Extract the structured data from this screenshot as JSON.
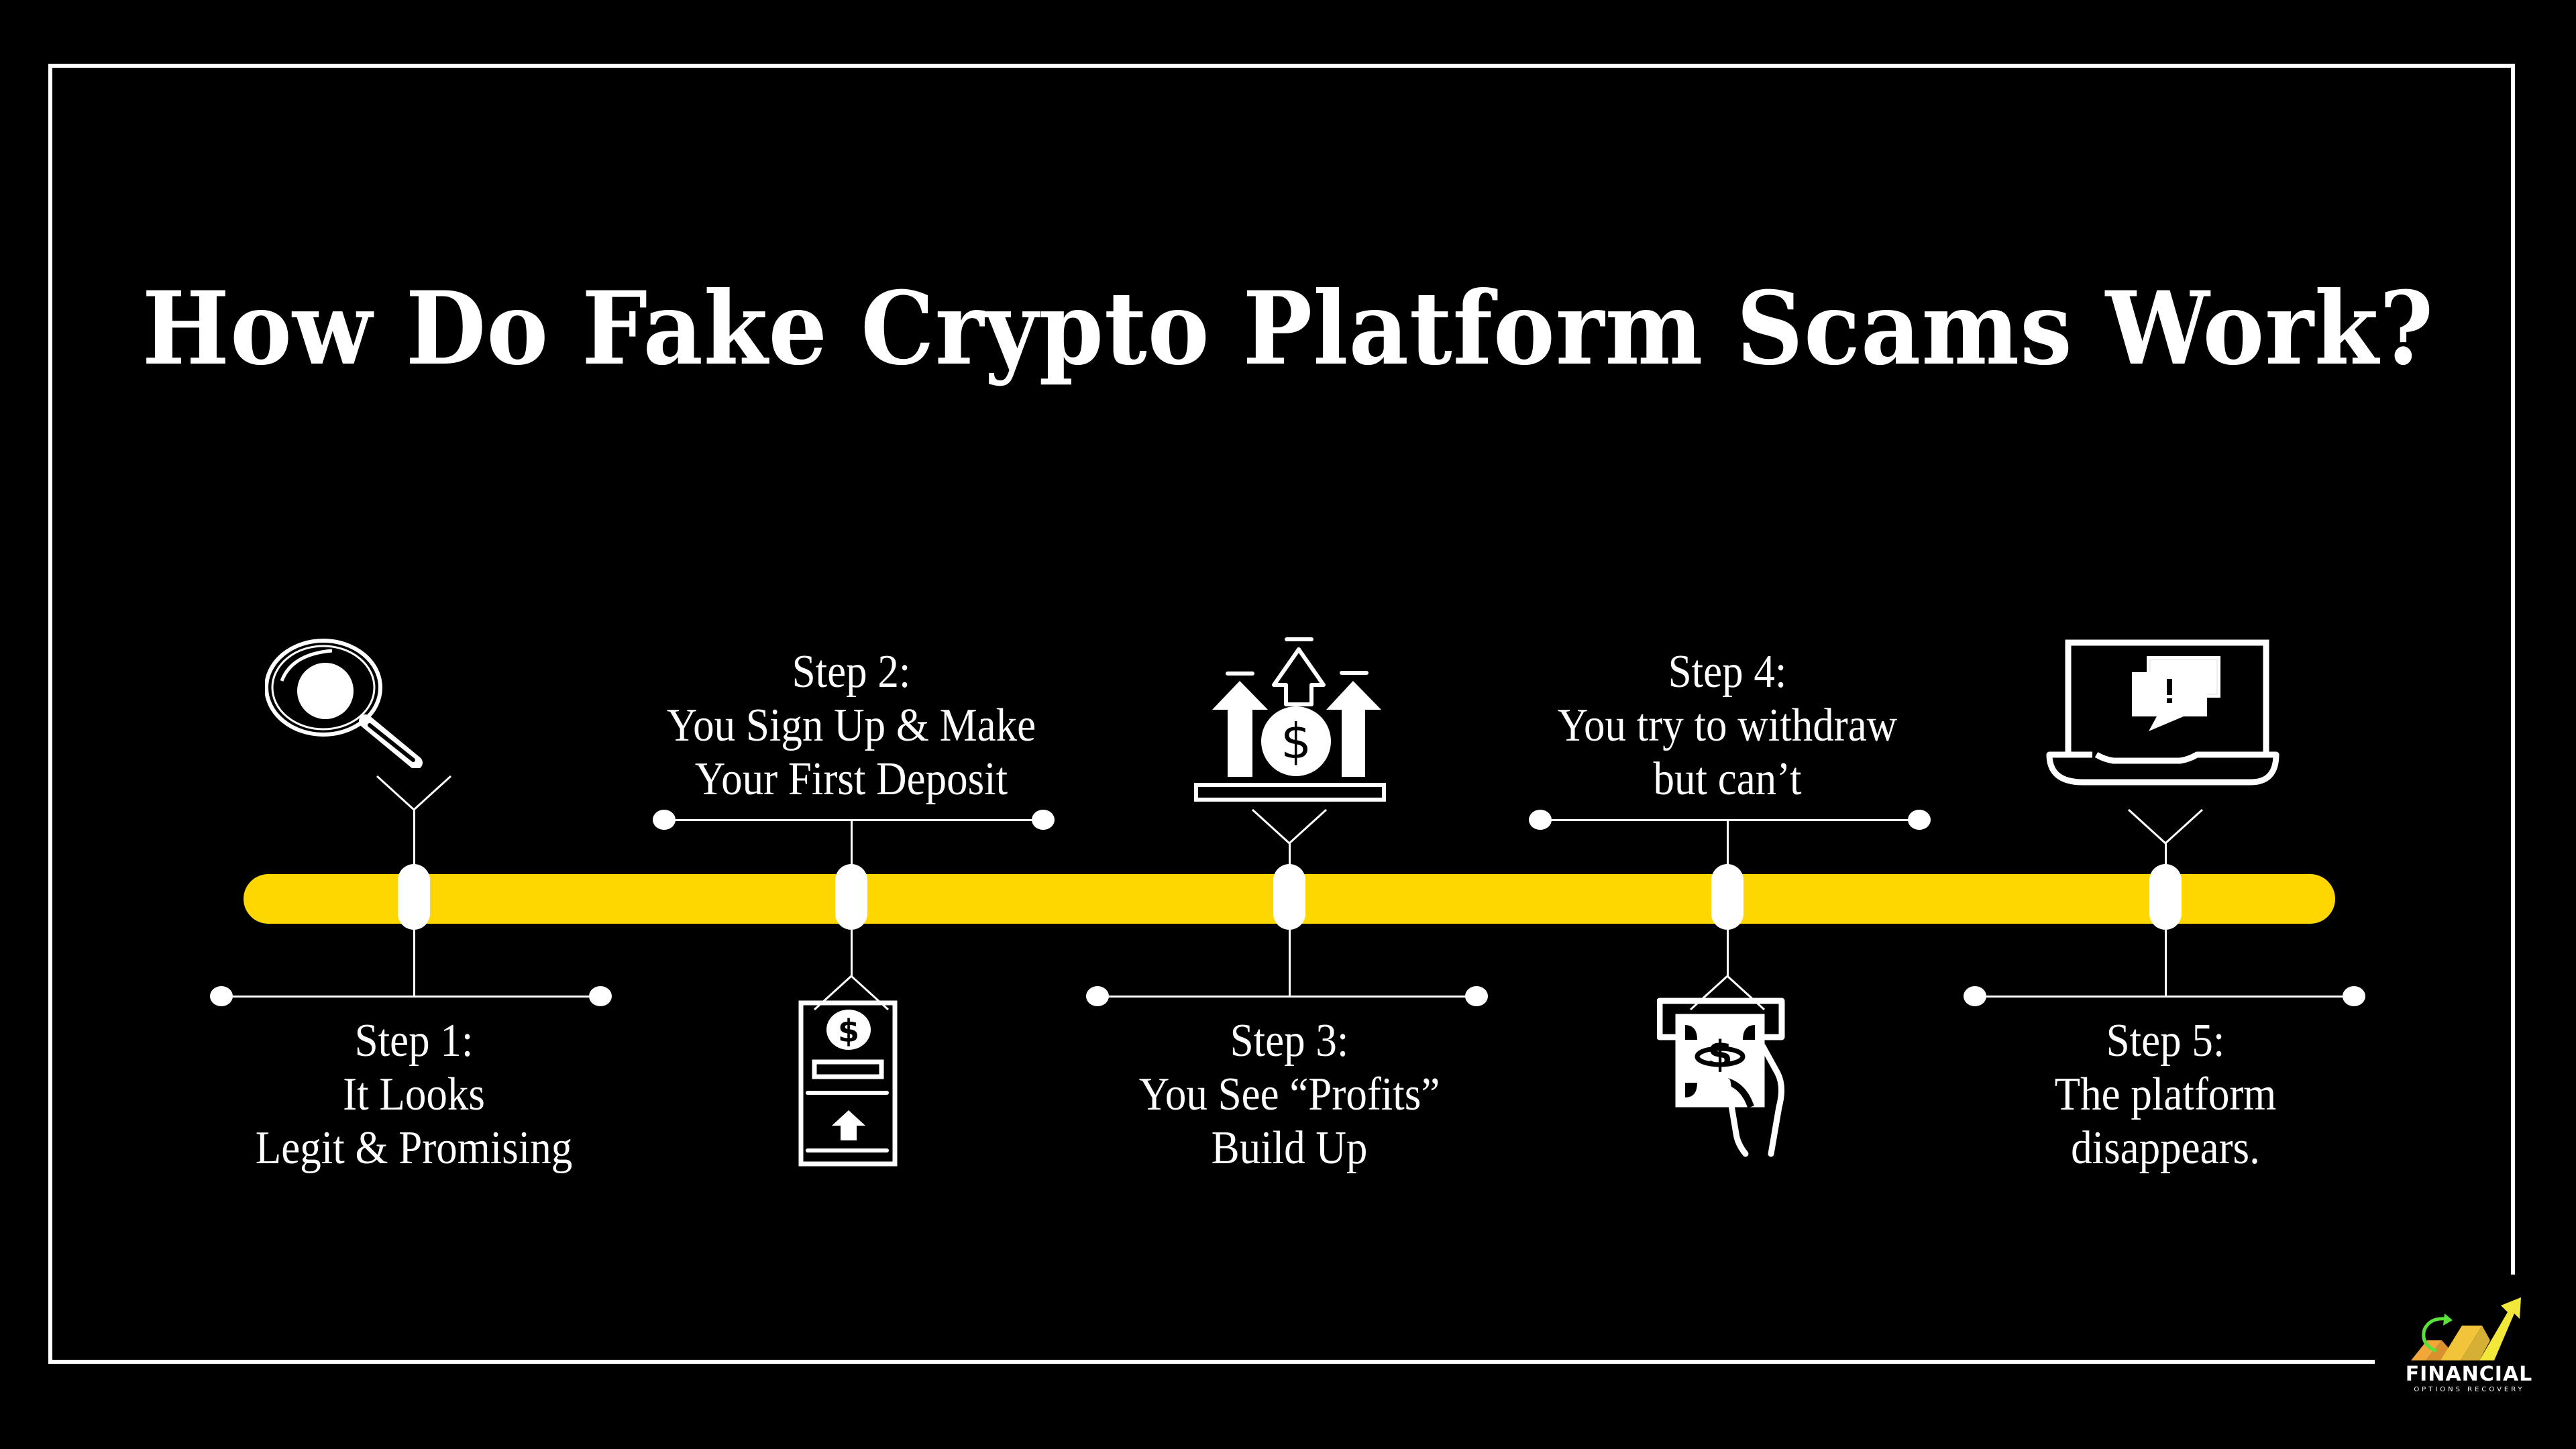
{
  "title": "How Do Fake Crypto Platform Scams Work?",
  "colors": {
    "background": "#000000",
    "timeline": "#FFD700",
    "foreground": "#FFFFFF"
  },
  "steps": [
    {
      "label": "Step 1:",
      "lines": [
        "It Looks",
        "Legit & Promising"
      ],
      "icon": "magnifying-glass-icon",
      "text_position": "below",
      "icon_position": "above"
    },
    {
      "label": "Step 2:",
      "lines": [
        "You Sign Up & Make",
        "Your First Deposit"
      ],
      "icon": "deposit-phone-icon",
      "text_position": "above",
      "icon_position": "below"
    },
    {
      "label": "Step 3:",
      "lines": [
        "You See “Profits”",
        "Build Up"
      ],
      "icon": "profit-arrows-dollar-icon",
      "text_position": "below",
      "icon_position": "above"
    },
    {
      "label": "Step 4:",
      "lines": [
        "You try to withdraw",
        "but can’t"
      ],
      "icon": "atm-withdraw-cash-icon",
      "text_position": "above",
      "icon_position": "below"
    },
    {
      "label": "Step 5:",
      "lines": [
        "The platform",
        "disappears."
      ],
      "icon": "laptop-alert-message-icon",
      "text_position": "below",
      "icon_position": "above"
    }
  ],
  "logo": {
    "name": "FINANCIAL",
    "tagline": "OPTIONS RECOVERY",
    "colors": {
      "green": "#5BE23A",
      "orange": "#F2A73A",
      "gold": "#F2C43A",
      "yellow": "#F2E83A"
    }
  }
}
